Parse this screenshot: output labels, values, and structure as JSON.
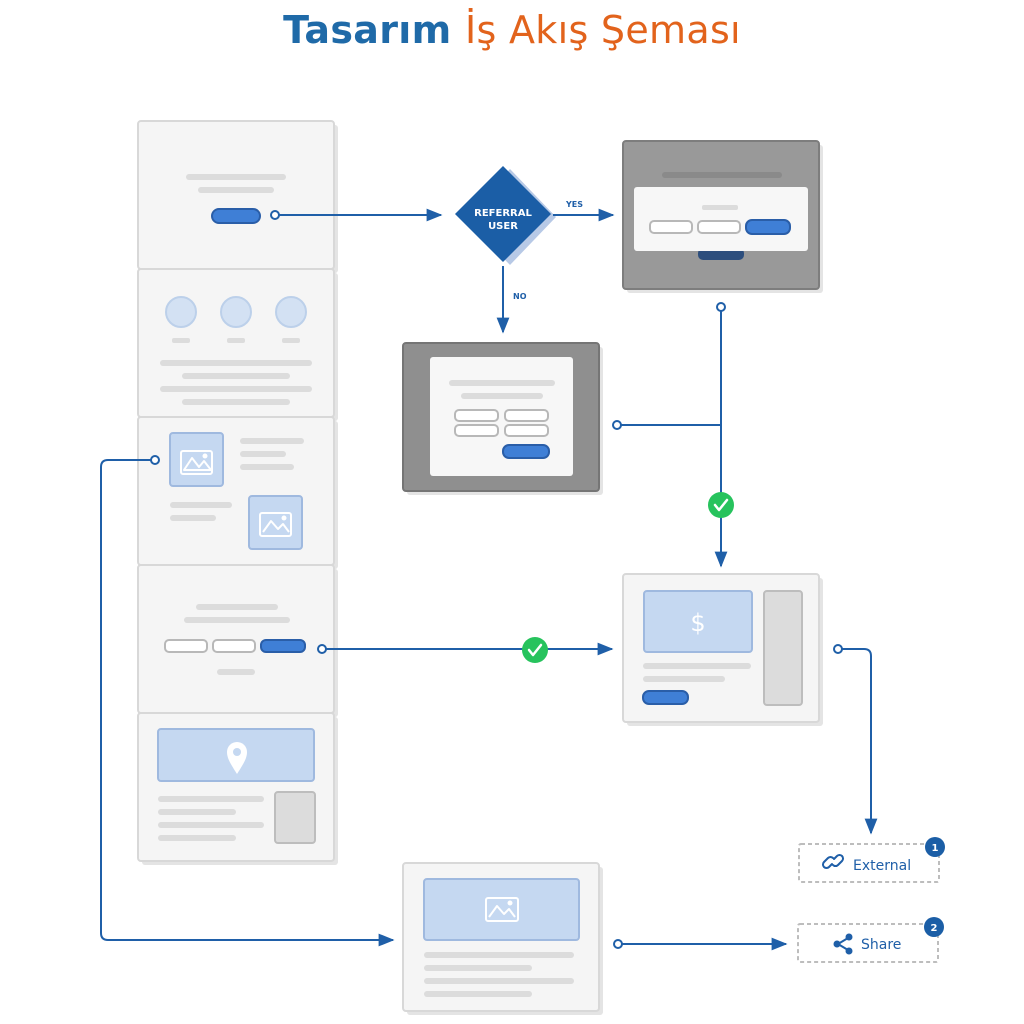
{
  "title": {
    "part1": "Tasarım",
    "part2": "İş Akış Şeması"
  },
  "decision": {
    "line1": "REFERRAL",
    "line2": "USER"
  },
  "branches": {
    "yes": "YES",
    "no": "NO"
  },
  "currency_symbol": "$",
  "outputs": {
    "external": {
      "label": "External",
      "badge": "1"
    },
    "share": {
      "label": "Share",
      "badge": "2"
    }
  },
  "colors": {
    "title_primary": "#1f6aa8",
    "title_accent": "#e2631c",
    "flow_line": "#1f5fa8",
    "decision_fill": "#1b5ea6",
    "button": "#3f7fd6",
    "success": "#27c35d",
    "placeholder_fill": "#c5d8f1"
  },
  "icons": {
    "decision": "diamond",
    "check": "check-circle-icon",
    "image": "image-icon",
    "map_pin": "map-pin-icon",
    "link": "link-icon",
    "share": "share-icon",
    "dollar": "dollar-icon"
  }
}
